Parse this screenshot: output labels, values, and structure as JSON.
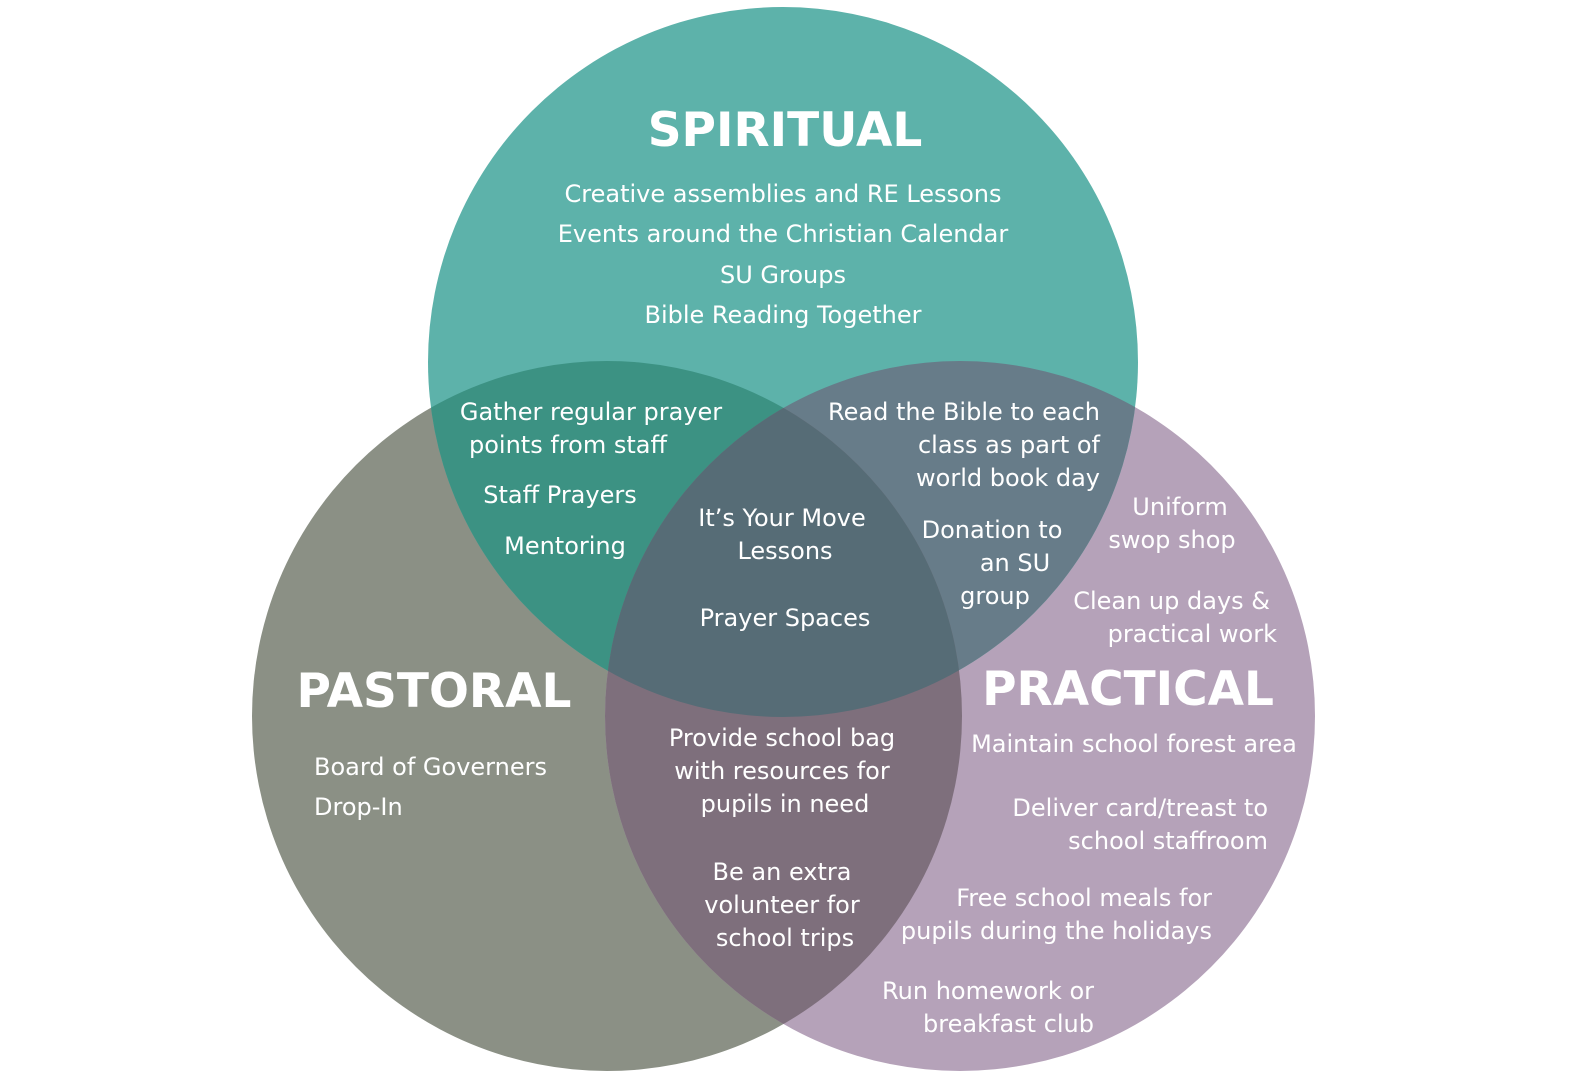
{
  "colors": {
    "spiritual": "#5db2aa",
    "pastoral": "#8b9085",
    "practical": "#b5a2b9",
    "spiritual_pastoral": "#3c9283",
    "spiritual_practical": "#677c89",
    "pastoral_practical": "#7e6f7c",
    "center": "#566c76",
    "text": "#ffffff"
  },
  "circles": {
    "spiritual": {
      "title": "SPIRITUAL",
      "items": [
        "Creative assemblies and RE Lessons",
        "Events around the Christian Calendar",
        "SU Groups",
        "Bible Reading Together"
      ]
    },
    "pastoral": {
      "title": "PASTORAL",
      "items": [
        "Board of Governers",
        "Drop-In"
      ]
    },
    "practical": {
      "title": "PRACTICAL",
      "items": [
        "Uniform",
        "swop shop",
        "Clean up days &",
        "practical work",
        "Maintain school forest area",
        "Deliver card/treast to",
        "school staffroom",
        "Free school meals for",
        "pupils during the holidays",
        "Run homework or",
        "breakfast club"
      ]
    }
  },
  "overlaps": {
    "spiritual_pastoral": [
      "Gather regular prayer",
      "points from staff",
      "Staff Prayers",
      "Mentoring"
    ],
    "spiritual_practical": [
      "Read the Bible to each",
      "class as part of",
      "world book day",
      "Donation to",
      "an SU",
      "group"
    ],
    "pastoral_practical": [
      "Provide school bag",
      "with resources for",
      "pupils in need",
      "Be an extra",
      "volunteer for",
      "school trips"
    ],
    "center": [
      "It’s Your Move",
      "Lessons",
      "Prayer Spaces"
    ]
  }
}
